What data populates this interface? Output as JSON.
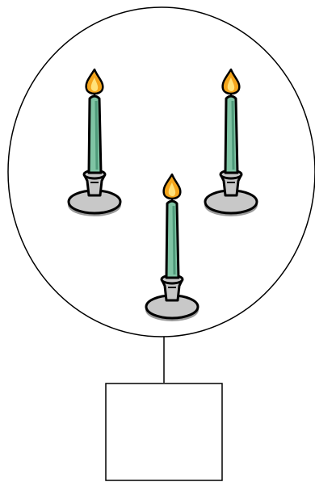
{
  "diagram": {
    "colors": {
      "outline": "#000000",
      "background": "#ffffff",
      "wax": "#7fc4a4",
      "wax_shadow": "#4f9a7a",
      "holder": "#c8c8c8",
      "holder_shadow": "#9a9a9a",
      "flame_outer": "#f4a51c",
      "flame_inner": "#ffe27a"
    },
    "nodes": [
      {
        "id": "circle-node",
        "shape": "ellipse",
        "contains": [
          "candle-left",
          "candle-right",
          "candle-center"
        ]
      },
      {
        "id": "square-node",
        "shape": "rectangle",
        "label": ""
      }
    ],
    "edges": [
      {
        "from": "circle-node",
        "to": "square-node",
        "style": "line"
      }
    ],
    "icons": [
      "candle-icon",
      "candle-icon",
      "candle-icon"
    ]
  }
}
